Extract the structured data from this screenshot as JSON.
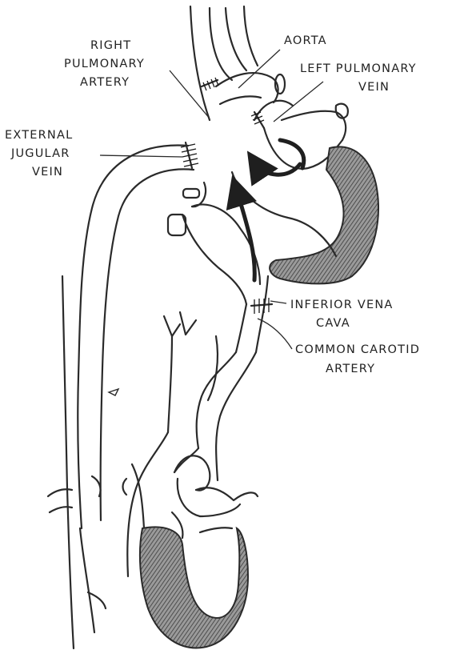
{
  "labels": {
    "aorta": "AORTA",
    "right_pulmonary_artery": [
      "RIGHT",
      "PULMONARY",
      "ARTERY"
    ],
    "left_pulmonary_vein": [
      "LEFT PULMONARY",
      "VEIN"
    ],
    "external_jugular_vein": [
      "EXTERNAL",
      "JUGULAR",
      "VEIN"
    ],
    "inferior_vena_cava": [
      "INFERIOR VENA",
      "CAVA"
    ],
    "common_carotid_artery": [
      "COMMON CAROTID",
      "ARTERY"
    ]
  }
}
